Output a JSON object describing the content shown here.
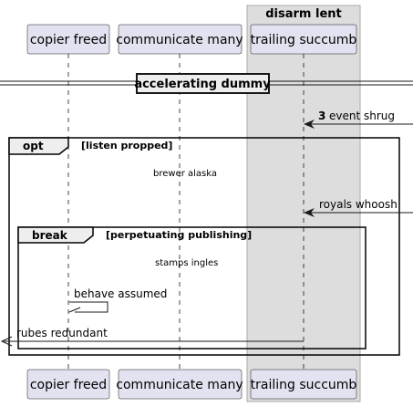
{
  "box": {
    "title": "disarm lent",
    "fill": "#dddddd",
    "stroke": "#aaaaaa"
  },
  "participants": [
    {
      "id": "p1",
      "label": "copier freed"
    },
    {
      "id": "p2",
      "label": "communicate many"
    },
    {
      "id": "p3",
      "label": "trailing succumb"
    }
  ],
  "divider": {
    "label": "accelerating dummy"
  },
  "messages": [
    {
      "number": "3",
      "label": "event shrug"
    },
    {
      "label": "royals whoosh"
    },
    {
      "label": "behave assumed"
    },
    {
      "label": "rubes redundant"
    }
  ],
  "notes": [
    {
      "label": "brewer alaska"
    },
    {
      "label": "stamps ingles"
    }
  ],
  "fragments": [
    {
      "keyword": "opt",
      "condition": "[listen propped]"
    },
    {
      "keyword": "break",
      "condition": "[perpetuating publishing]"
    }
  ],
  "colors": {
    "participant_fill": "#e2e2f0",
    "participant_stroke": "#181818",
    "line": "#181818",
    "lifeline": "#181818"
  }
}
